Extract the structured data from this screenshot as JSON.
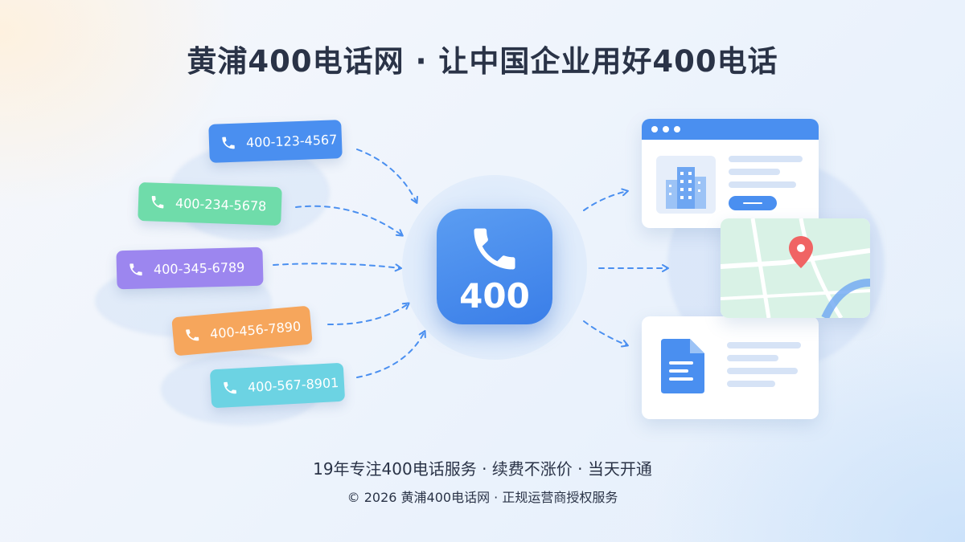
{
  "title": "黄浦400电话网 · 让中国企业用好400电话",
  "hub_label": "400",
  "numbers": [
    {
      "text": "400-123-4567",
      "color": "#4a8ff0"
    },
    {
      "text": "400-234-5678",
      "color": "#6fdcaa"
    },
    {
      "text": "400-345-6789",
      "color": "#9c86ef"
    },
    {
      "text": "400-456-7890",
      "color": "#f6a65c"
    },
    {
      "text": "400-567-8901",
      "color": "#6cd3e3"
    }
  ],
  "colors": {
    "accent": "#4a8ff0",
    "title_text": "#2a3347",
    "map_pin": "#f06464"
  },
  "icons": {
    "phone": "phone-icon",
    "building": "building-icon",
    "map_pin": "map-pin-icon",
    "document": "document-icon"
  },
  "footer": {
    "tagline": "19年专注400电话服务 · 续费不涨价 · 当天开通",
    "copyright": "© 2026 黄浦400电话网 · 正规运营商授权服务"
  }
}
